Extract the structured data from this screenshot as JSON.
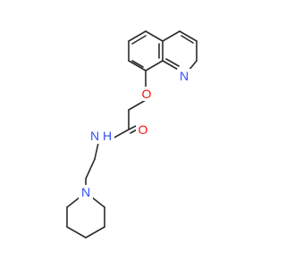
{
  "colors": {
    "bond": "#2b2b2b",
    "oxygen": "#ff0d0d",
    "nitrogen": "#3050f8",
    "background": "#ffffff"
  },
  "atoms": {
    "quinoline_n": {
      "label": "N",
      "color": "nitrogen"
    },
    "ether_o": {
      "label": "O",
      "color": "oxygen"
    },
    "carbonyl_o": {
      "label": "O",
      "color": "oxygen"
    },
    "amide_nh": {
      "label": "N",
      "sub_label": "H",
      "color": "nitrogen"
    },
    "piperidine_n": {
      "label": "N",
      "color": "nitrogen"
    }
  }
}
